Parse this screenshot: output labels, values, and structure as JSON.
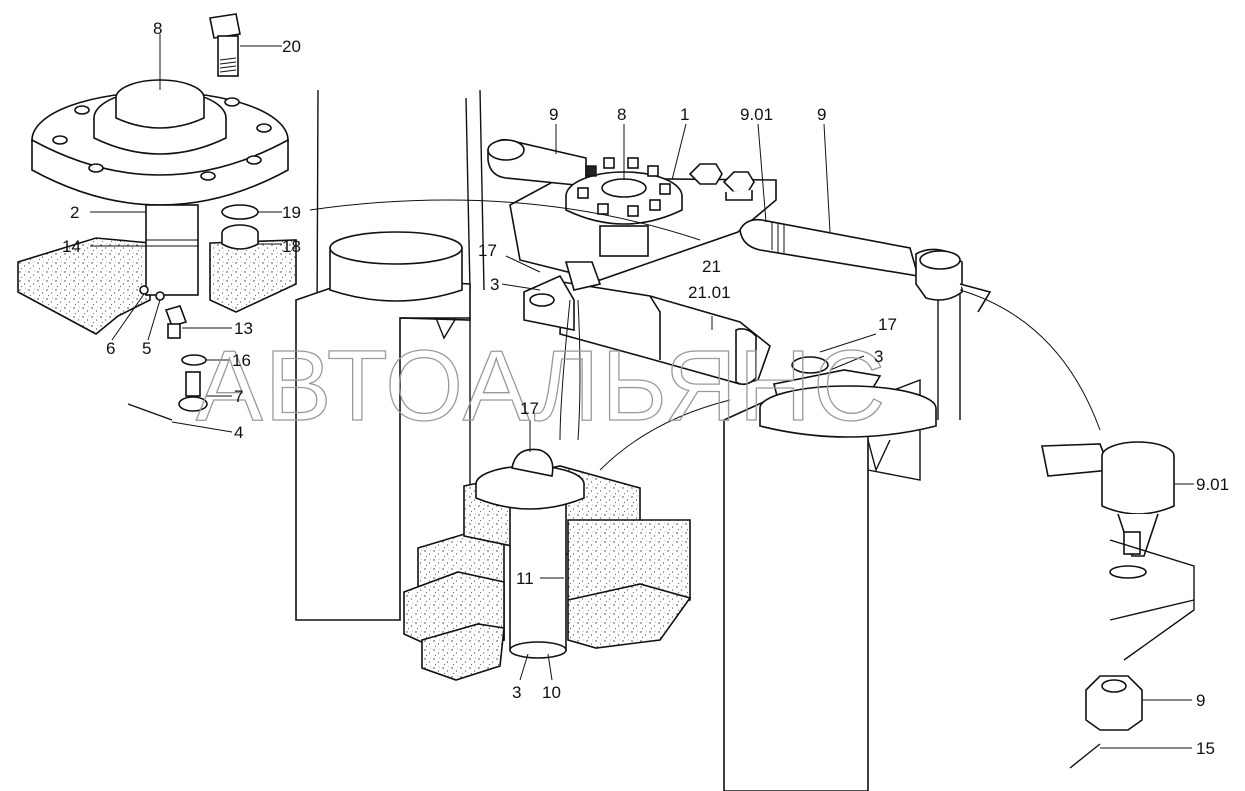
{
  "watermark": "АВТОАЛЬЯНС",
  "callouts": [
    {
      "id": "c8a",
      "text": "8"
    },
    {
      "id": "c20",
      "text": "20"
    },
    {
      "id": "c2",
      "text": "2"
    },
    {
      "id": "c19",
      "text": "19"
    },
    {
      "id": "c14",
      "text": "14"
    },
    {
      "id": "c18",
      "text": "18"
    },
    {
      "id": "c13",
      "text": "13"
    },
    {
      "id": "c6",
      "text": "6"
    },
    {
      "id": "c5",
      "text": "5"
    },
    {
      "id": "c16",
      "text": "16"
    },
    {
      "id": "c7",
      "text": "7"
    },
    {
      "id": "c4",
      "text": "4"
    },
    {
      "id": "c9a",
      "text": "9"
    },
    {
      "id": "c8b",
      "text": "8"
    },
    {
      "id": "c1",
      "text": "1"
    },
    {
      "id": "c901a",
      "text": "9.01"
    },
    {
      "id": "c9b",
      "text": "9"
    },
    {
      "id": "c17a",
      "text": "17"
    },
    {
      "id": "c3a",
      "text": "3"
    },
    {
      "id": "c21",
      "text": "21"
    },
    {
      "id": "c2101",
      "text": "21.01"
    },
    {
      "id": "c17b",
      "text": "17"
    },
    {
      "id": "c3b",
      "text": "3"
    },
    {
      "id": "c17c",
      "text": "17"
    },
    {
      "id": "c11",
      "text": "11"
    },
    {
      "id": "c3c",
      "text": "3"
    },
    {
      "id": "c10",
      "text": "10"
    },
    {
      "id": "c901b",
      "text": "9.01"
    },
    {
      "id": "c9c",
      "text": "9"
    },
    {
      "id": "c15",
      "text": "15"
    }
  ]
}
